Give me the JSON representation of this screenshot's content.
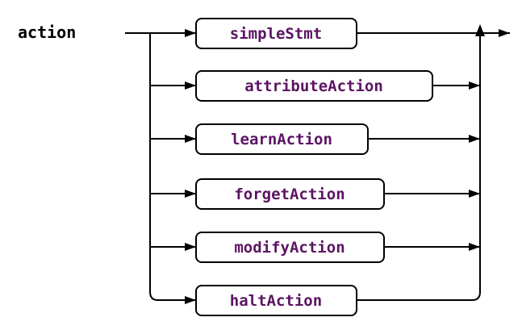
{
  "rule": {
    "name": "action"
  },
  "colors": {
    "nonterminal_text": "#5b1463",
    "line": "#000000",
    "box_fill": "#ffffff"
  },
  "alternatives": [
    {
      "label": "simpleStmt"
    },
    {
      "label": "attributeAction"
    },
    {
      "label": "learnAction"
    },
    {
      "label": "forgetAction"
    },
    {
      "label": "modifyAction"
    },
    {
      "label": "haltAction"
    }
  ]
}
